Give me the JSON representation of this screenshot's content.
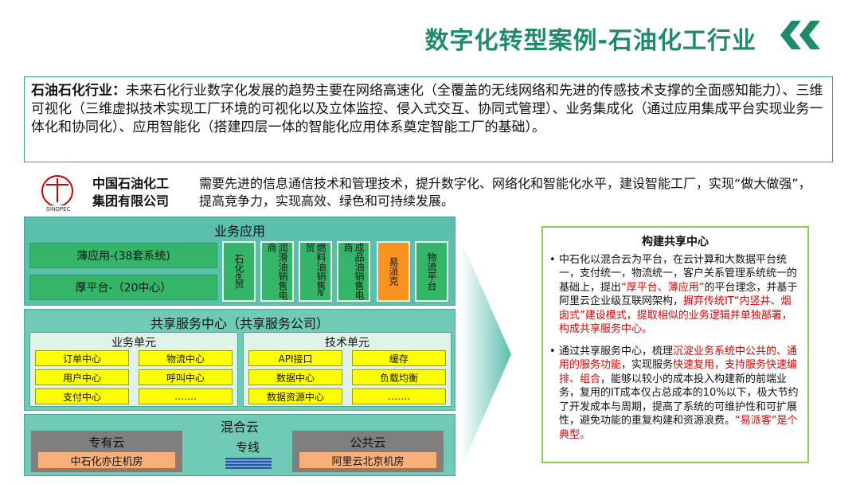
{
  "header": {
    "title": "数字化转型案例-石油化工行业"
  },
  "intro": {
    "label": "石油石化行业：",
    "text": "未来石化行业数字化发展的趋势主要在网络高速化（全覆盖的无线网络和先进的传感技术支撑的全面感知能力）、三维可视化（三维虚拟技术实现工厂环境的可视化以及立体监控、侵入式交互、协同式管理）、业务集成化（通过应用集成平台实现业务一体化和协同化）、应用智能化（搭建四层一体的智能化应用体系奠定智能工厂的基础）。"
  },
  "company": {
    "name_line1": "中国石油化工",
    "name_line2": "集团有限公司",
    "desc": "需要先进的信息通信技术和管理技术，提升数字化、网络化和智能化水平，建设智能工厂，实现“做大做强”，提高竞争力，实现高效、绿色和可持续发展。"
  },
  "business_apps": {
    "title": "业务应用",
    "thin_app": "薄应用-(38套系统)",
    "thick_platform": "厚平台-（20中心）",
    "verticals": [
      "石化e贸",
      "润滑油销售电商",
      "燃料油销售e贸",
      "成品油销售电商",
      "易派克",
      "物流平台"
    ]
  },
  "shared_services": {
    "title": "共享服务中心（共享服务公司）",
    "business_unit": {
      "title": "业务单元",
      "items": [
        "订单中心",
        "物流中心",
        "用户中心",
        "呼叫中心",
        "支付中心",
        "……."
      ]
    },
    "tech_unit": {
      "title": "技术单元",
      "items": [
        "API接口",
        "缓存",
        "数据中心",
        "负载均衡",
        "数据资源中心",
        "……."
      ]
    }
  },
  "hybrid_cloud": {
    "title": "混合云",
    "private_label": "专有云",
    "private_room": "中石化亦庄机房",
    "line_label": "专线",
    "public_label": "公共云",
    "public_room": "阿里云北京机房"
  },
  "right_panel": {
    "title": "构建共享中心",
    "p1_a": "中石化以混合云为平台，在云计算和大数据平台统一，支付统一，物流统一，客户关系管理系统统一的基础上，提出",
    "p1_red1": "“厚平台、薄应用”",
    "p1_b": "的平台理念，并基于阿里云企业级互联网架构，",
    "p1_red2": "摒弃传统IT“内竖井、烟囱式”建设模式，提取相似的业务逻辑并单独部署，构成共享服务中心。",
    "p2_a": "通过共享服务中心，梳理",
    "p2_red1": "沉淀业务系统中公共的、通用的服务功能",
    "p2_b": "，实现服务",
    "p2_red2": "快速复用，支持服务快速编排、组合",
    "p2_c": "，能够以较小的成本投入构建新的前端业务，复用的IT成本仅占总成本的10%以下，极大节约了开发成本与周期，提高了系统的可维护性和可扩展性，避免功能的重复构建和资源浪费。",
    "p2_red3": "“易派客”是个典型。"
  },
  "colors": {
    "accent": "#1f8a6a",
    "green_box": "#34b56a",
    "orange_box": "#f7931e",
    "yellow_btn": "#ffff00",
    "highlight_red": "#e00000"
  }
}
